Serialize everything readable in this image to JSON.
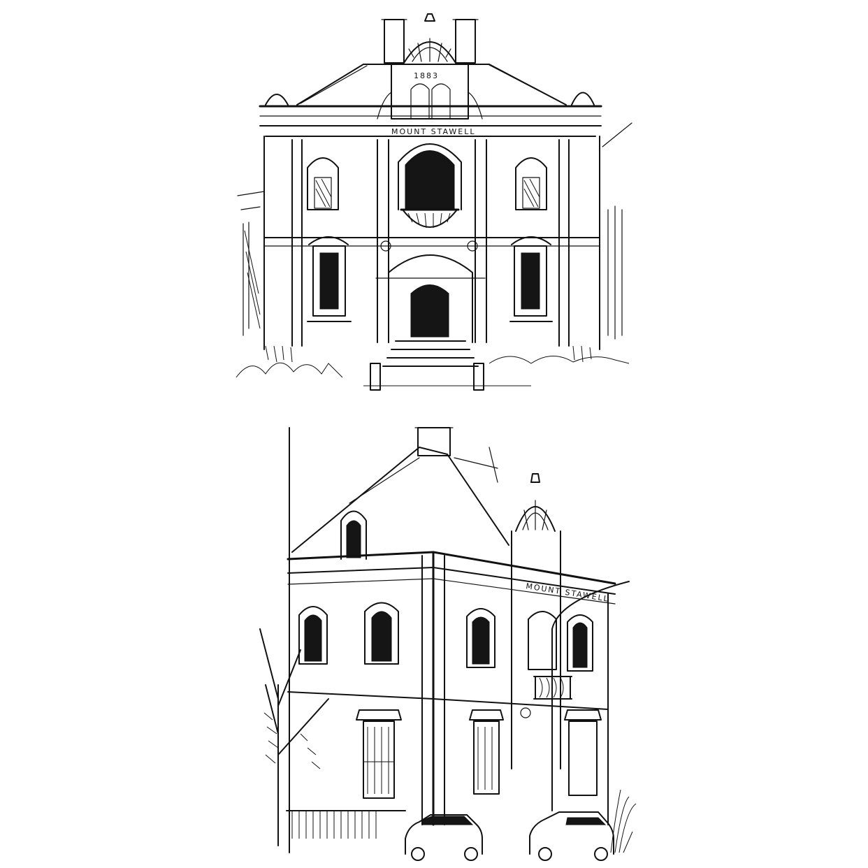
{
  "canvas": {
    "background": "#ffffff",
    "ink_color": "#111111"
  },
  "sketches": [
    {
      "name": "facade-front-view",
      "inscriptions": [
        "1883",
        "MOUNT STAWELL"
      ]
    },
    {
      "name": "facade-corner-view",
      "inscriptions": [
        "MOUNT STAWELL"
      ]
    }
  ]
}
